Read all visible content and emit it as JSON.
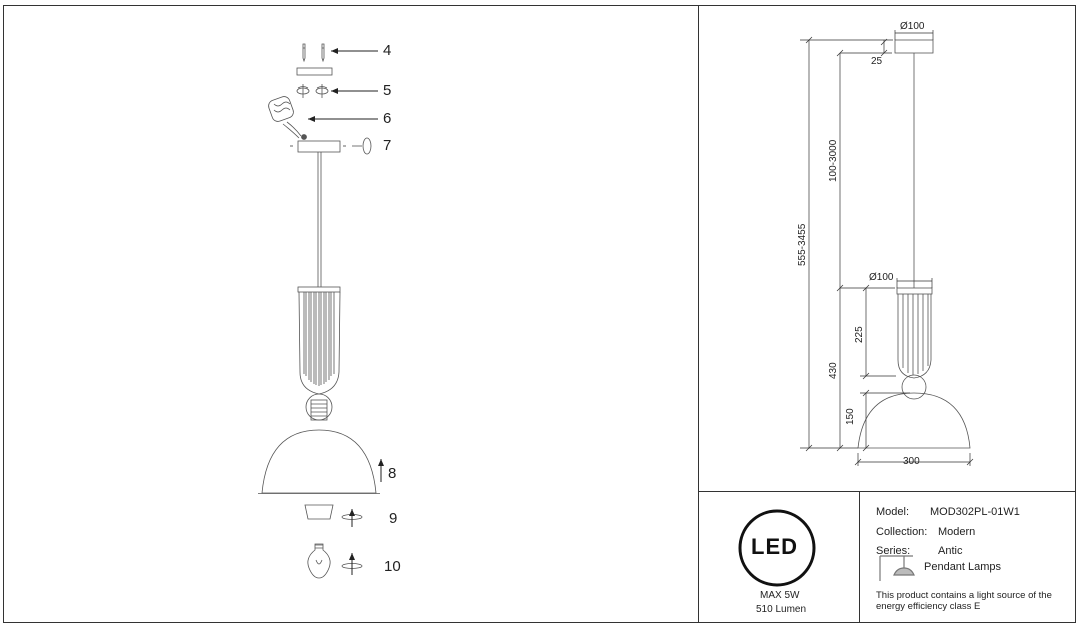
{
  "assembly": {
    "callouts": [
      "4",
      "5",
      "6",
      "7",
      "8",
      "9",
      "10"
    ]
  },
  "dimensions": {
    "canopy_diameter": "Ø100",
    "canopy_height": "25",
    "cable_length": "100-3000",
    "total_height": "555-3455",
    "glass_diameter": "Ø100",
    "glass_height": "225",
    "body_height": "430",
    "shade_height": "150",
    "shade_width": "300"
  },
  "led": {
    "logo_text": "LED",
    "max_power": "MAX 5W",
    "lumen": "510 Lumen"
  },
  "info": {
    "model_label": "Model:",
    "model_value": "MOD302PL-01W1",
    "collection_label": "Collection:",
    "collection_value": "Modern",
    "series_label": "Series:",
    "series_value": "Antic",
    "type_value": "Pendant Lamps",
    "energy_note_line1": "This product contains a light source of the",
    "energy_note_line2": "energy efficiency class E"
  }
}
